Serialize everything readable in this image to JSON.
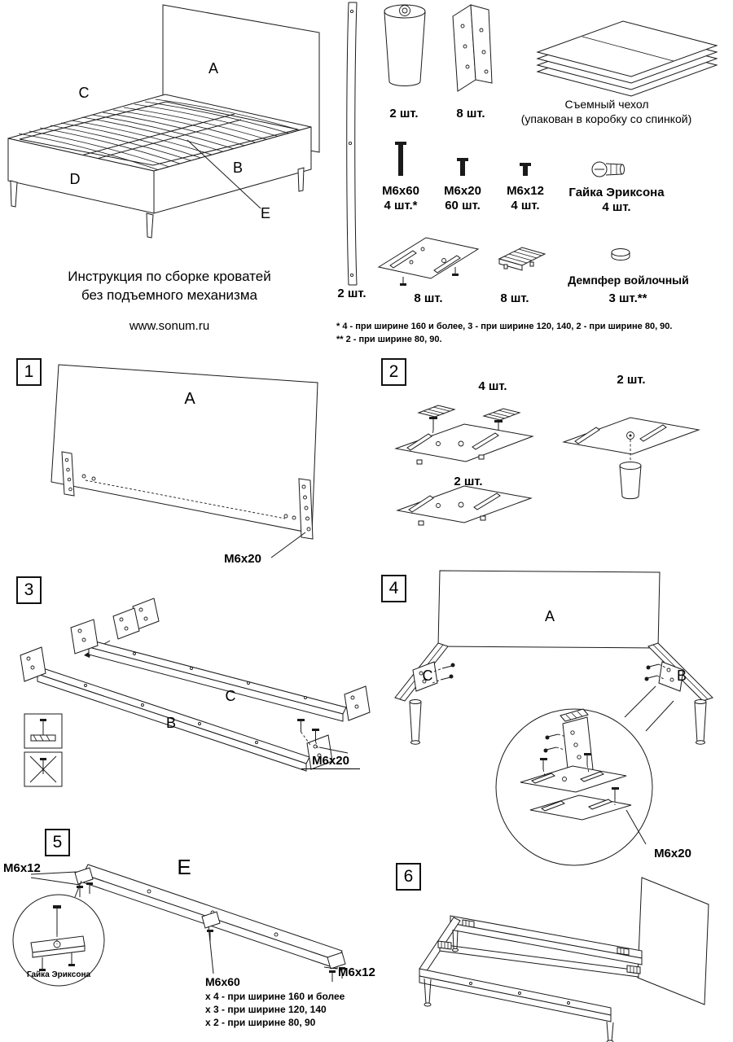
{
  "header": {
    "title_line1": "Инструкция по сборке кроватей",
    "title_line2": "без подъемного механизма",
    "website": "www.sonum.ru",
    "footnote1": "* 4 - при ширине 160 и более, 3 - при ширине 120, 140, 2 - при ширине 80, 90.",
    "footnote2": "** 2 - при ширине 80, 90."
  },
  "bed": {
    "label_a": "A",
    "label_b": "B",
    "label_c": "C",
    "label_d": "D",
    "label_e": "E"
  },
  "parts": {
    "slat_qty": "2 шт.",
    "leg_qty": "2 шт.",
    "angle_qty": "8 шт.",
    "cover_name": "Съемный чехол",
    "cover_note": "(упакован в коробку со спинкой)",
    "bolt60_name": "М6х60",
    "bolt60_qty": "4 шт.*",
    "bolt20_name": "М6х20",
    "bolt20_qty": "60 шт.",
    "bolt12_name": "М6х12",
    "bolt12_qty": "4 шт.",
    "nut_name": "Гайка Эриксона",
    "nut_qty": "4 шт.",
    "gusset_qty": "8 шт.",
    "clip_qty": "8 шт.",
    "damper_name": "Демпфер войлочный",
    "damper_qty": "3 шт.**"
  },
  "step1": {
    "num": "1",
    "label_a": "A",
    "bolt": "М6х20"
  },
  "step2": {
    "num": "2",
    "qty_top": "4 шт.",
    "qty_right": "2 шт.",
    "qty_bottom": "2 шт."
  },
  "step3": {
    "num": "3",
    "label_b": "B",
    "label_c": "C",
    "bolt": "М6х20"
  },
  "step4": {
    "num": "4",
    "label_a": "A",
    "label_b": "B",
    "label_c": "C",
    "bolt": "М6х20"
  },
  "step5": {
    "num": "5",
    "label_e": "E",
    "bolt12_left": "М6х12",
    "bolt12_right": "М6х12",
    "nut": "Гайка Эриксона",
    "bolt60": "М6х60",
    "note1": "х 4 - при ширине 160 и более",
    "note2": "х 3 - при ширине 120, 140",
    "note3": "х 2 - при ширине 80, 90"
  },
  "step6": {
    "num": "6"
  }
}
